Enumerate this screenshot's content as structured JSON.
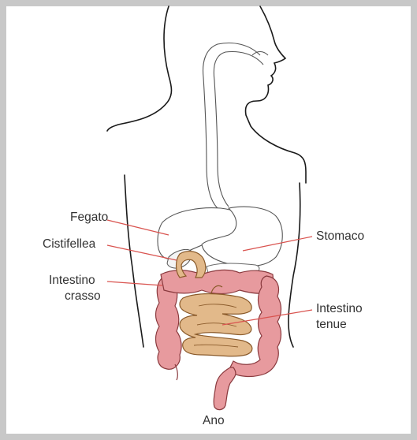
{
  "labels": {
    "fegato": "Fegato",
    "cistifellea": "Cistifellea",
    "intestino_crasso_1": "Intestino",
    "intestino_crasso_2": "crasso",
    "stomaco": "Stomaco",
    "intestino_tenue_1": "Intestino",
    "intestino_tenue_2": "tenue",
    "ano": "Ano"
  },
  "colors": {
    "background_frame": "#c8c8c8",
    "outline": "#1a1a1a",
    "leader_line": "#d9534f",
    "large_intestine": "#e79a9e",
    "small_intestine": "#e2b98a"
  }
}
